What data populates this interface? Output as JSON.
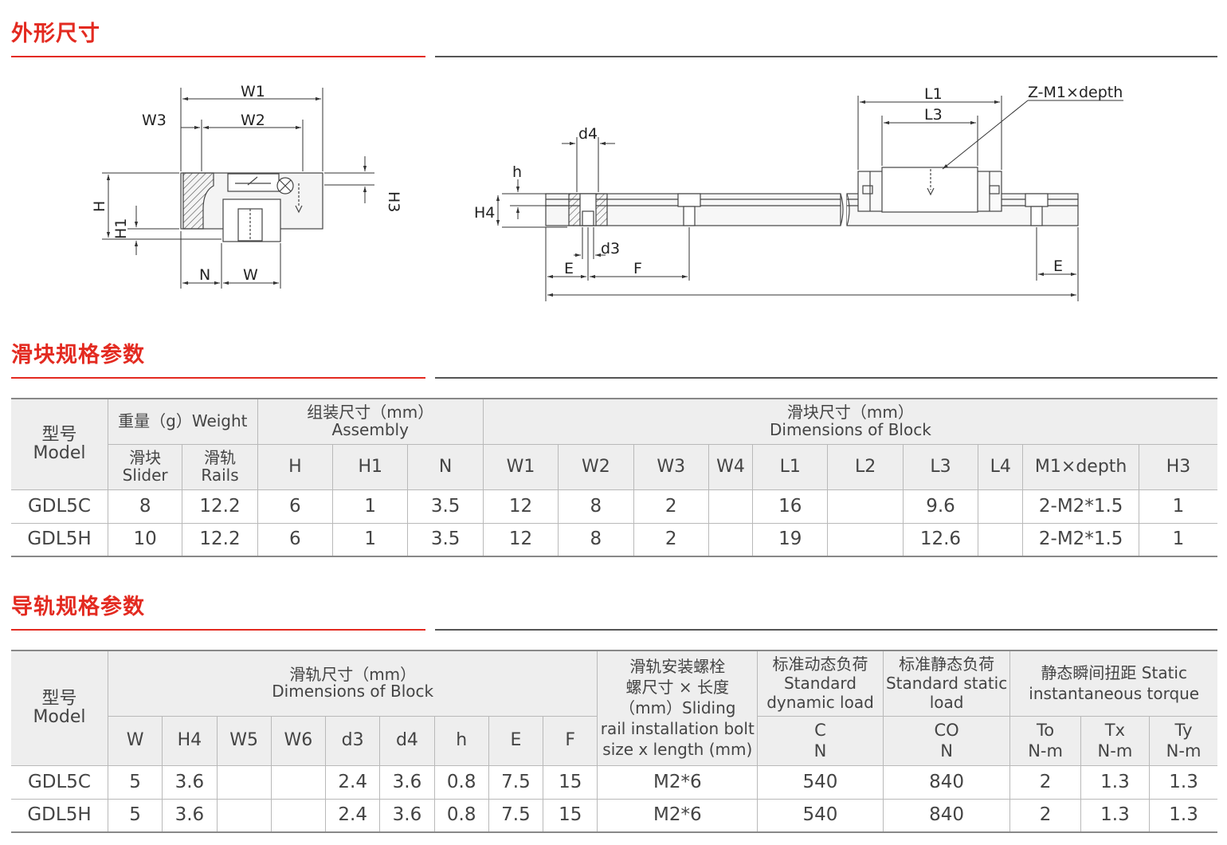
{
  "sections": {
    "outline": "外形尺寸",
    "block": "滑块规格参数",
    "rail": "导轨规格参数"
  },
  "diagram_labels": {
    "W1": "W1",
    "W2": "W2",
    "W3": "W3",
    "H": "H",
    "H1": "H1",
    "H3": "H3",
    "N": "N",
    "W": "W",
    "d4": "d4",
    "h": "h",
    "H4": "H4",
    "d3": "d3",
    "E": "E",
    "F": "F",
    "L1": "L1",
    "L3": "L3",
    "Z": "Z-M1×depth"
  },
  "block_table": {
    "model_cn": "型号",
    "model_en": "Model",
    "weight_header": "重量（g）Weight",
    "slider_cn": "滑块",
    "slider_en": "Slider",
    "rails_cn": "滑轨",
    "rails_en": "Rails",
    "assembly_cn": "组装尺寸（mm）",
    "assembly_en": "Assembly",
    "block_dim_cn": "滑块尺寸（mm）",
    "block_dim_en": "Dimensions of Block",
    "cols": [
      "H",
      "H1",
      "N",
      "W1",
      "W2",
      "W3",
      "W4",
      "L1",
      "L2",
      "L3",
      "L4",
      "M1×depth",
      "H3"
    ],
    "rows": [
      [
        "GDL5C",
        "8",
        "12.2",
        "6",
        "1",
        "3.5",
        "12",
        "8",
        "2",
        "",
        "16",
        "",
        "9.6",
        "",
        "2-M2*1.5",
        "1"
      ],
      [
        "GDL5H",
        "10",
        "12.2",
        "6",
        "1",
        "3.5",
        "12",
        "8",
        "2",
        "",
        "19",
        "",
        "12.6",
        "",
        "2-M2*1.5",
        "1"
      ]
    ]
  },
  "rail_table": {
    "model_cn": "型号",
    "model_en": "Model",
    "rail_dim_cn": "滑轨尺寸（mm）",
    "rail_dim_en": "Dimensions of Block",
    "bolt_l1": "滑轨安装螺栓",
    "bolt_l2": "螺尺寸 × 长度",
    "bolt_l3": "（mm）Sliding",
    "bolt_l4": "rail installation bolt",
    "bolt_l5": "size x length (mm)",
    "dyn_l1": "标准动态负荷",
    "dyn_l2": "Standard",
    "dyn_l3": "dynamic load",
    "sta_l1": "标准静态负荷",
    "sta_l2": "Standard static",
    "sta_l3": "load",
    "torque_l1": "静态瞬间扭距 Static",
    "torque_l2": "instantaneous torque",
    "cols": [
      "W",
      "H4",
      "W5",
      "W6",
      "d3",
      "d4",
      "h",
      "E",
      "F"
    ],
    "c_l1": "C",
    "c_l2": "N",
    "co_l1": "CO",
    "co_l2": "N",
    "to_l1": "To",
    "to_l2": "N-m",
    "tx_l1": "Tx",
    "tx_l2": "N-m",
    "ty_l1": "Ty",
    "ty_l2": "N-m",
    "rows": [
      [
        "GDL5C",
        "5",
        "3.6",
        "",
        "",
        "2.4",
        "3.6",
        "0.8",
        "7.5",
        "15",
        "M2*6",
        "540",
        "840",
        "2",
        "1.3",
        "1.3"
      ],
      [
        "GDL5H",
        "5",
        "3.6",
        "",
        "",
        "2.4",
        "3.6",
        "0.8",
        "7.5",
        "15",
        "M2*6",
        "540",
        "840",
        "2",
        "1.3",
        "1.3"
      ]
    ]
  }
}
